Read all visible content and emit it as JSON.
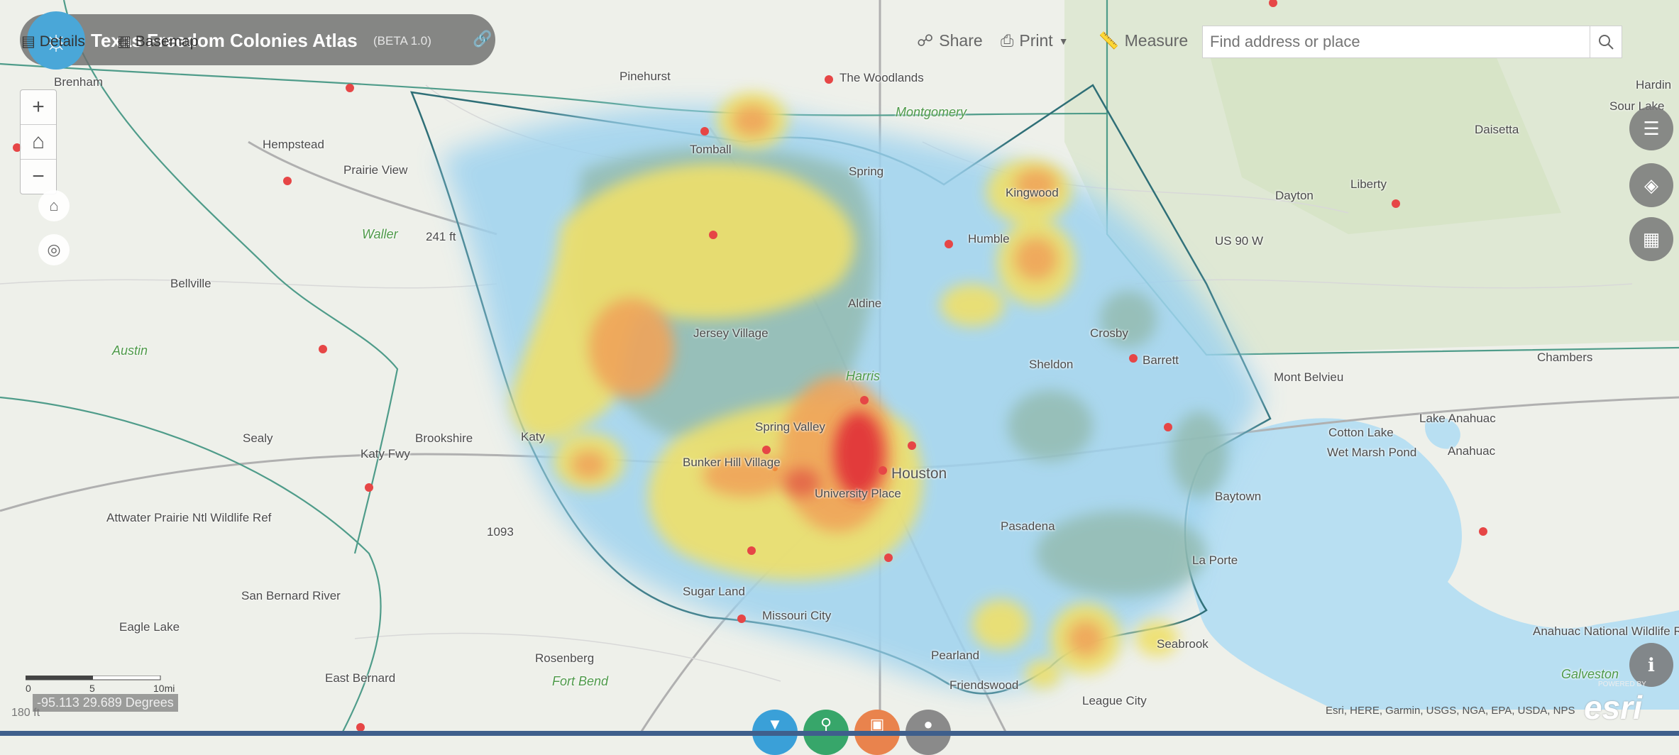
{
  "header": {
    "title": "Texas Freedom Colonies Atlas",
    "beta_label": "(BETA 1.0)",
    "details_label": "Details",
    "basemap_label": "Basemap"
  },
  "toolbar": {
    "share_label": "Share",
    "print_label": "Print",
    "measure_label": "Measure",
    "search_placeholder": "Find address or place"
  },
  "map": {
    "places": [
      "Brenham",
      "Pinehurst",
      "The Woodlands",
      "Montgomery",
      "Hempstead",
      "Prairie View",
      "Tomball",
      "Spring",
      "Kingwood",
      "Humble",
      "Waller",
      "241 ft",
      "Dayton",
      "Liberty",
      "Daisetta",
      "Sour Lake",
      "Hardin",
      "Bellville",
      "Harris",
      "Jersey Village",
      "Aldine",
      "Crosby",
      "Sheldon",
      "Barrett",
      "Austin",
      "Mont Belvieu",
      "Chambers",
      "Sealy",
      "Brookshire",
      "Katy",
      "Katy Fwy",
      "Spring Valley",
      "Bunker Hill Village",
      "Houston",
      "University Place",
      "Lake Anahuac",
      "Anahuac",
      "Cotton Lake",
      "Wet Marsh Pond",
      "Baytown",
      "Attwater Prairie Ntl Wildlife Ref",
      "1093",
      "Pasadena",
      "La Porte",
      "Sugar Land",
      "Missouri City",
      "Eagle Lake",
      "Rosenberg",
      "Fort Bend",
      "Pearland",
      "Friendswood",
      "League City",
      "Seabrook",
      "East Bernard",
      "Anahuac National Wildlife Refuge",
      "Galveston",
      "San Bernard River",
      "US 90 W"
    ],
    "scale_labels": [
      "0",
      "5",
      "10mi"
    ],
    "coordinates": "-95.113 29.689 Degrees",
    "elevation": "180 ft",
    "attribution": "Esri, HERE, Garmin, USGS, NGA, EPA, USDA, NPS",
    "esri_logo": "esri",
    "powered_by": "POWERED BY"
  },
  "icons": {
    "logo": "globe-icon",
    "link": "link-icon",
    "share": "share-icon",
    "print": "print-icon",
    "measure": "measure-icon",
    "search": "search-icon",
    "home": "home-icon",
    "locate": "locate-icon",
    "legend": "legend-icon",
    "layers": "layers-icon",
    "basemap_gallery": "basemap-gallery-icon",
    "info": "info-icon"
  },
  "colors": {
    "heat_low": "#9fd3ef",
    "heat_mid": "#f2e66a",
    "heat_high": "#e23b3b",
    "marker": "#e64646",
    "county_line": "#3c7d7a",
    "dock_filter": "#3aa0d8",
    "dock_search": "#37a66a",
    "dock_orange": "#e9834d",
    "dock_gray": "#8a8a8a"
  }
}
